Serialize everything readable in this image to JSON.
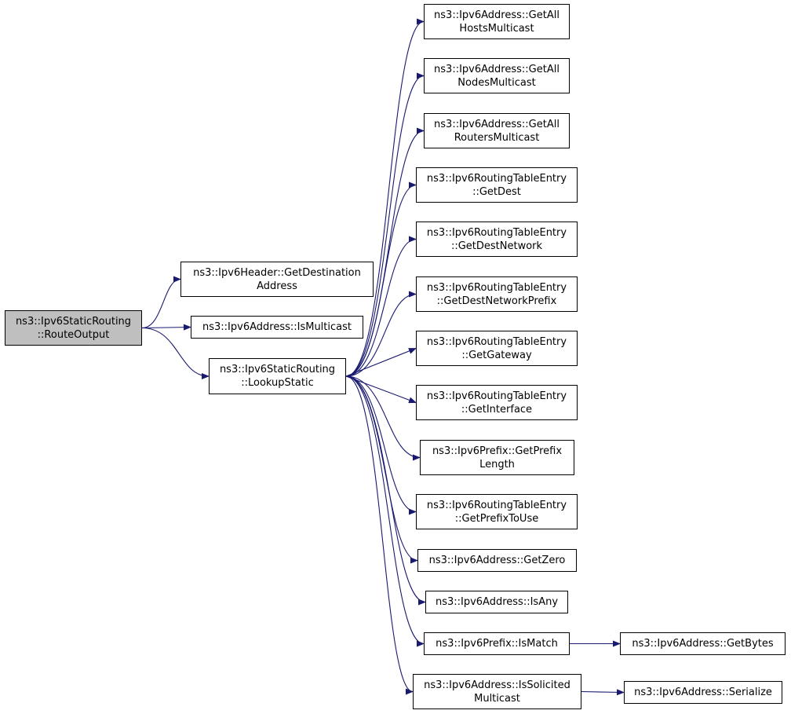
{
  "colors": {
    "edge": "#191970",
    "root_fill": "#bfbfbf",
    "node_fill": "#ffffff",
    "border": "#000000"
  },
  "nodes": {
    "route_output": {
      "l1": "ns3::Ipv6StaticRouting",
      "l2": "::RouteOutput"
    },
    "get_destination_address": {
      "l1": "ns3::Ipv6Header::GetDestination",
      "l2": "Address"
    },
    "is_multicast": {
      "l1": "ns3::Ipv6Address::IsMulticast"
    },
    "lookup_static": {
      "l1": "ns3::Ipv6StaticRouting",
      "l2": "::LookupStatic"
    },
    "get_all_hosts_multicast": {
      "l1": "ns3::Ipv6Address::GetAll",
      "l2": "HostsMulticast"
    },
    "get_all_nodes_multicast": {
      "l1": "ns3::Ipv6Address::GetAll",
      "l2": "NodesMulticast"
    },
    "get_all_routers_multicast": {
      "l1": "ns3::Ipv6Address::GetAll",
      "l2": "RoutersMulticast"
    },
    "get_dest": {
      "l1": "ns3::Ipv6RoutingTableEntry",
      "l2": "::GetDest"
    },
    "get_dest_network": {
      "l1": "ns3::Ipv6RoutingTableEntry",
      "l2": "::GetDestNetwork"
    },
    "get_dest_network_prefix": {
      "l1": "ns3::Ipv6RoutingTableEntry",
      "l2": "::GetDestNetworkPrefix"
    },
    "get_gateway": {
      "l1": "ns3::Ipv6RoutingTableEntry",
      "l2": "::GetGateway"
    },
    "get_interface": {
      "l1": "ns3::Ipv6RoutingTableEntry",
      "l2": "::GetInterface"
    },
    "get_prefix_length": {
      "l1": "ns3::Ipv6Prefix::GetPrefix",
      "l2": "Length"
    },
    "get_prefix_to_use": {
      "l1": "ns3::Ipv6RoutingTableEntry",
      "l2": "::GetPrefixToUse"
    },
    "get_zero": {
      "l1": "ns3::Ipv6Address::GetZero"
    },
    "is_any": {
      "l1": "ns3::Ipv6Address::IsAny"
    },
    "is_match": {
      "l1": "ns3::Ipv6Prefix::IsMatch"
    },
    "is_solicited_multicast": {
      "l1": "ns3::Ipv6Address::IsSolicited",
      "l2": "Multicast"
    },
    "get_bytes": {
      "l1": "ns3::Ipv6Address::GetBytes"
    },
    "serialize": {
      "l1": "ns3::Ipv6Address::Serialize"
    }
  },
  "edges": [
    [
      "route_output",
      "get_destination_address"
    ],
    [
      "route_output",
      "is_multicast"
    ],
    [
      "route_output",
      "lookup_static"
    ],
    [
      "lookup_static",
      "get_all_hosts_multicast"
    ],
    [
      "lookup_static",
      "get_all_nodes_multicast"
    ],
    [
      "lookup_static",
      "get_all_routers_multicast"
    ],
    [
      "lookup_static",
      "get_dest"
    ],
    [
      "lookup_static",
      "get_dest_network"
    ],
    [
      "lookup_static",
      "get_dest_network_prefix"
    ],
    [
      "lookup_static",
      "get_gateway"
    ],
    [
      "lookup_static",
      "get_interface"
    ],
    [
      "lookup_static",
      "get_prefix_length"
    ],
    [
      "lookup_static",
      "get_prefix_to_use"
    ],
    [
      "lookup_static",
      "get_zero"
    ],
    [
      "lookup_static",
      "is_any"
    ],
    [
      "lookup_static",
      "is_match"
    ],
    [
      "lookup_static",
      "is_solicited_multicast"
    ],
    [
      "is_match",
      "get_bytes"
    ],
    [
      "is_solicited_multicast",
      "serialize"
    ]
  ]
}
